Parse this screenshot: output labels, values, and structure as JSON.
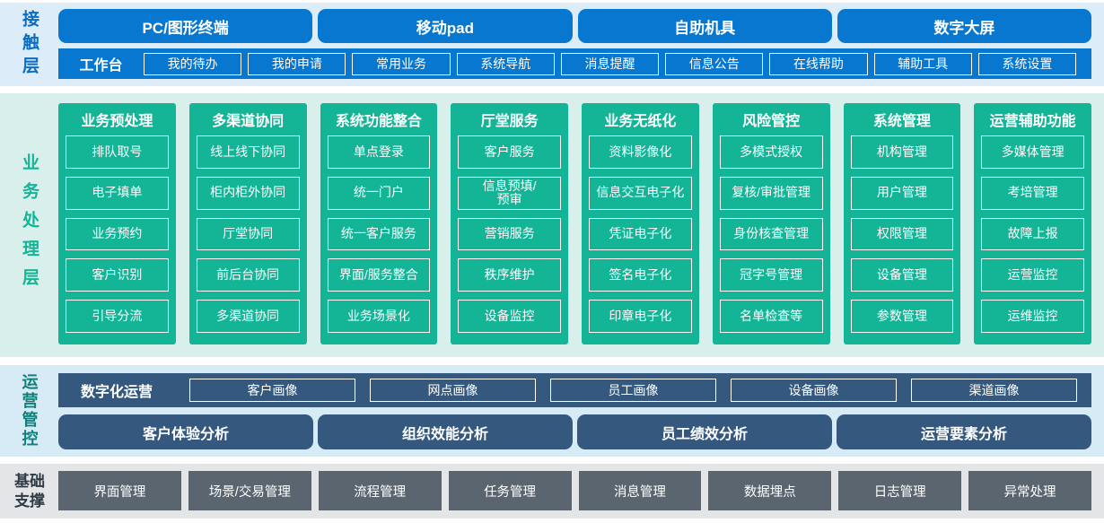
{
  "colors": {
    "accent_blue": "#0877d0",
    "label_blue": "#0a6cc2",
    "accent_green": "#14b497",
    "accent_dark_blue": "#35597e",
    "label_teal": "#11807d",
    "accent_gray": "#5b656f",
    "band_contact_bg": "#dcedf9",
    "band_business_bg": "#d9efeb",
    "band_ops_bg": "#d6ebf6",
    "band_base_bg": "#e3e5e7"
  },
  "contact_layer": {
    "label": "接触层",
    "terminals": [
      "PC/图形终端",
      "移动pad",
      "自助机具",
      "数字大屏"
    ],
    "workbench": {
      "label": "工作台",
      "items": [
        "我的待办",
        "我的申请",
        "常用业务",
        "系统导航",
        "消息提醒",
        "信息公告",
        "在线帮助",
        "辅助工具",
        "系统设置"
      ]
    }
  },
  "business_layer": {
    "label": "业务处理层",
    "columns": [
      {
        "title": "业务预处理",
        "items": [
          "排队取号",
          "电子填单",
          "业务预约",
          "客户识别",
          "引导分流"
        ]
      },
      {
        "title": "多渠道协同",
        "items": [
          "线上线下协同",
          "柜内柜外协同",
          "厅堂协同",
          "前后台协同",
          "多渠道协同"
        ]
      },
      {
        "title": "系统功能整合",
        "items": [
          "单点登录",
          "统一门户",
          "统一客户服务",
          "界面/服务整合",
          "业务场景化"
        ]
      },
      {
        "title": "厅堂服务",
        "items": [
          "客户服务",
          "信息预填/\n预审",
          "营销服务",
          "秩序维护",
          "设备监控"
        ]
      },
      {
        "title": "业务无纸化",
        "items": [
          "资料影像化",
          "信息交互电子化",
          "凭证电子化",
          "签名电子化",
          "印章电子化"
        ]
      },
      {
        "title": "风险管控",
        "items": [
          "多模式授权",
          "复核/审批管理",
          "身份核查管理",
          "冠字号管理",
          "名单检查等"
        ]
      },
      {
        "title": "系统管理",
        "items": [
          "机构管理",
          "用户管理",
          "权限管理",
          "设备管理",
          "参数管理"
        ]
      },
      {
        "title": "运营辅助功能",
        "items": [
          "多媒体管理",
          "考培管理",
          "故障上报",
          "运营监控",
          "运维监控"
        ]
      }
    ]
  },
  "operations_layer": {
    "label": "运营管控",
    "digital_ops": {
      "label": "数字化运营",
      "items": [
        "客户画像",
        "网点画像",
        "员工画像",
        "设备画像",
        "渠道画像"
      ]
    },
    "analysis": [
      "客户体验分析",
      "组织效能分析",
      "员工绩效分析",
      "运营要素分析"
    ]
  },
  "base_layer": {
    "label": "基础支撑",
    "items": [
      "界面管理",
      "场景/交易管理",
      "流程管理",
      "任务管理",
      "消息管理",
      "数据埋点",
      "日志管理",
      "异常处理"
    ]
  }
}
